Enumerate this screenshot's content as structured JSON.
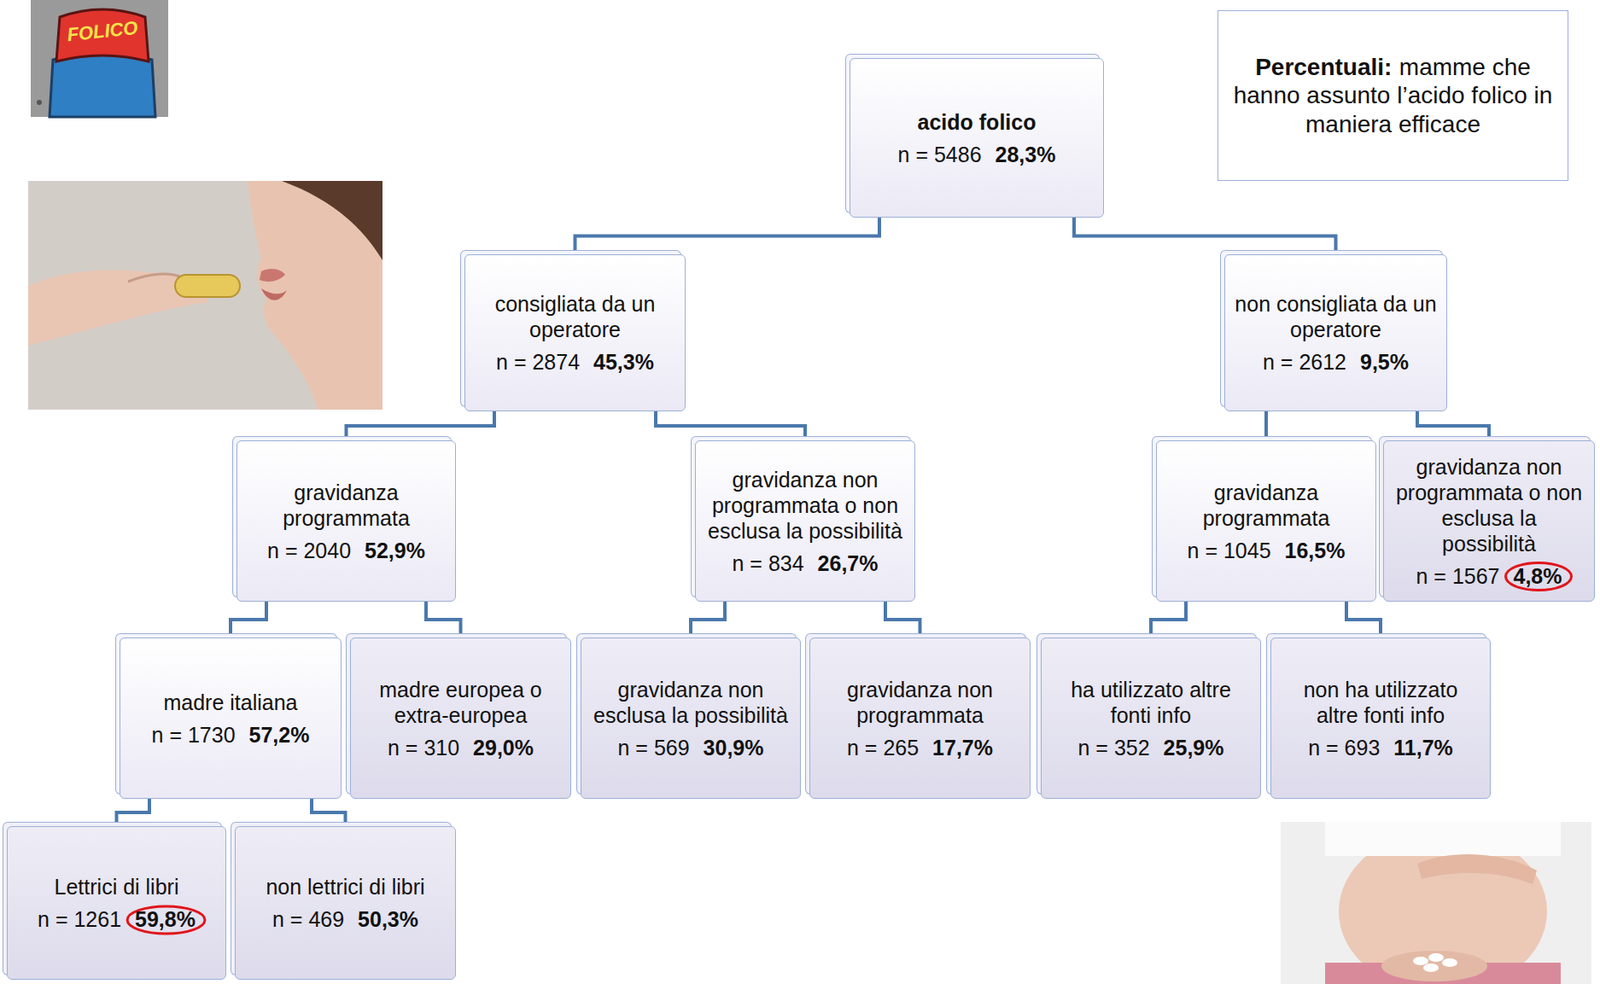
{
  "diagram": {
    "nodes": [
      {
        "text": [
          "acido folico",
          "n = 5486",
          "28,3%"
        ]
      },
      {
        "text": [
          "consigliata da un operatore",
          "n = 2874",
          "45,3%"
        ]
      },
      {
        "text": [
          "non consigliata da un operatore",
          "n = 2612",
          "9,5%"
        ]
      },
      {
        "text": [
          "gravidanza programmata",
          "n = 2040",
          "52,9%"
        ]
      },
      {
        "text": [
          "gravidanza non programmata o non esclusa la possibilità",
          "n = 834",
          "26,7%"
        ]
      },
      {
        "text": [
          "gravidanza programmata",
          "n = 1045",
          "16,5%"
        ]
      },
      {
        "text": [
          "gravidanza non programmata o non esclusa la possibilità",
          "n = 1567",
          "4,8%"
        ]
      },
      {
        "text": [
          "madre italiana",
          "n = 1730",
          "57,2%"
        ]
      },
      {
        "text": [
          "madre europea o extra-europea",
          "n = 310",
          "29,0%"
        ]
      },
      {
        "text": [
          "gravidanza non esclusa la possibilità",
          "n = 569",
          "30,9%"
        ]
      },
      {
        "text": [
          "gravidanza non programmata",
          "n = 265",
          "17,7%"
        ]
      },
      {
        "text": [
          "ha utilizzato altre fonti info",
          "n = 352",
          "25,9%"
        ]
      },
      {
        "text": [
          "non ha utilizzato altre fonti info",
          "n = 693",
          "11,7%"
        ]
      },
      {
        "text": [
          "Lettrici di libri",
          "n = 1261",
          "59,8%"
        ]
      },
      {
        "text": [
          "non lettrici di libri",
          "n = 469",
          "50,3%"
        ]
      },
      {
        "text": [
          "Percentuali:",
          "mamme che hanno assunto l’acido folico in maniera efficace"
        ]
      }
    ],
    "edges": [
      {
        "from": 0,
        "to": 1,
        "arrow": "none"
      },
      {
        "from": 0,
        "to": 2,
        "arrow": "none"
      },
      {
        "from": 1,
        "to": 3,
        "arrow": "none"
      },
      {
        "from": 1,
        "to": 4,
        "arrow": "none"
      },
      {
        "from": 2,
        "to": 5,
        "arrow": "none"
      },
      {
        "from": 2,
        "to": 6,
        "arrow": "none"
      },
      {
        "from": 3,
        "to": 7,
        "arrow": "none"
      },
      {
        "from": 3,
        "to": 8,
        "arrow": "none"
      },
      {
        "from": 4,
        "to": 9,
        "arrow": "none"
      },
      {
        "from": 4,
        "to": 10,
        "arrow": "none"
      },
      {
        "from": 5,
        "to": 11,
        "arrow": "none"
      },
      {
        "from": 5,
        "to": 12,
        "arrow": "none"
      },
      {
        "from": 7,
        "to": 13,
        "arrow": "none"
      },
      {
        "from": 7,
        "to": 14,
        "arrow": "none"
      }
    ],
    "labels": [
      "FOLICO"
    ]
  }
}
